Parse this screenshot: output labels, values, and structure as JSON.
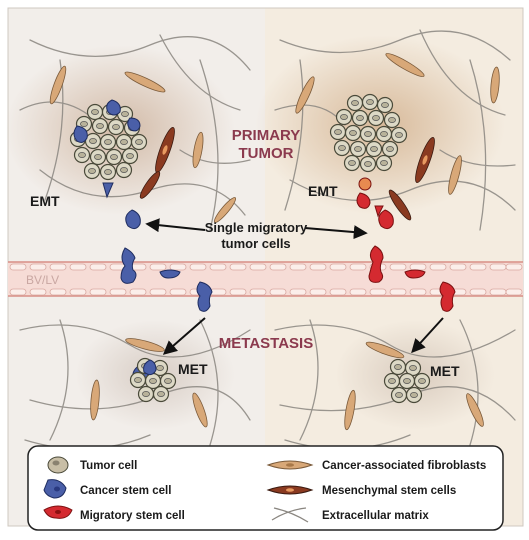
{
  "regions": {
    "primary_tumor_line1": "PRIMARY",
    "primary_tumor_line2": "TUMOR",
    "metastasis": "METASTASIS"
  },
  "labels": {
    "emt_left": "EMT",
    "emt_right": "EMT",
    "met_left": "MET",
    "met_right": "MET",
    "callout_line1": "Single migratory",
    "callout_line2": "tumor cells",
    "vessel": "BV/LV"
  },
  "legend": {
    "items": [
      {
        "label": "Tumor cell",
        "icon": "tumor-cell-icon"
      },
      {
        "label": "Cancer stem cell",
        "icon": "cancer-stem-cell-icon"
      },
      {
        "label": "Migratory stem cell",
        "icon": "migratory-stem-cell-icon"
      },
      {
        "label": "Cancer-associated fibroblasts",
        "icon": "fibroblast-icon"
      },
      {
        "label": "Mesenchymal stem cells",
        "icon": "mesenchymal-stem-cell-icon"
      },
      {
        "label": "Extracellular matrix",
        "icon": "extracellular-matrix-icon"
      }
    ]
  },
  "colors": {
    "cancer_stem": "#4a5fa8",
    "migratory_stem": "#d42a30",
    "tumor_cell": "#d9d4bf",
    "fibroblast": "#d8a878",
    "mesenchymal": "#8a3a20",
    "title": "#8b3a4e"
  }
}
